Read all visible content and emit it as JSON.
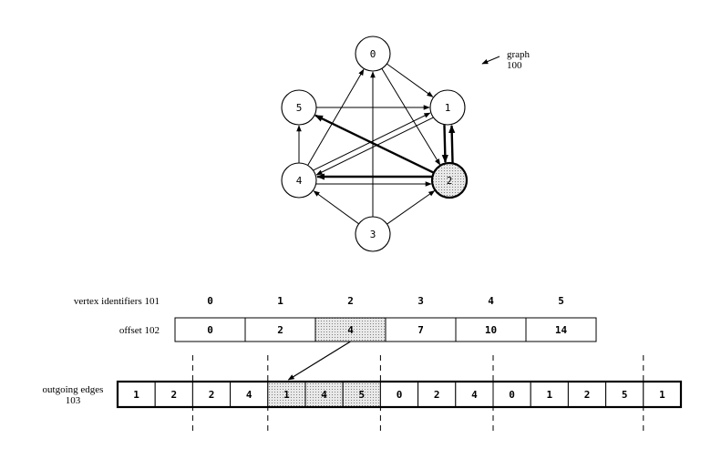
{
  "graph": {
    "label": "graph",
    "label_number": "100",
    "highlighted_vertex": "2",
    "vertices": [
      {
        "id": "0"
      },
      {
        "id": "1"
      },
      {
        "id": "2"
      },
      {
        "id": "3"
      },
      {
        "id": "4"
      },
      {
        "id": "5"
      }
    ],
    "edges": [
      {
        "from": "0",
        "to": "1",
        "bold": false
      },
      {
        "from": "0",
        "to": "2",
        "bold": false
      },
      {
        "from": "1",
        "to": "2",
        "bold": true
      },
      {
        "from": "1",
        "to": "4",
        "bold": false
      },
      {
        "from": "2",
        "to": "1",
        "bold": true
      },
      {
        "from": "2",
        "to": "4",
        "bold": true
      },
      {
        "from": "2",
        "to": "5",
        "bold": true
      },
      {
        "from": "3",
        "to": "0",
        "bold": false
      },
      {
        "from": "3",
        "to": "2",
        "bold": false
      },
      {
        "from": "3",
        "to": "4",
        "bold": false
      },
      {
        "from": "4",
        "to": "0",
        "bold": false
      },
      {
        "from": "4",
        "to": "1",
        "bold": false
      },
      {
        "from": "4",
        "to": "2",
        "bold": false
      },
      {
        "from": "4",
        "to": "5",
        "bold": false
      },
      {
        "from": "5",
        "to": "1",
        "bold": false
      }
    ]
  },
  "labels": {
    "vertex_identifiers": "vertex identifiers 101",
    "offset": "offset 102",
    "outgoing_edges_line1": "outgoing edges",
    "outgoing_edges_line2": "103"
  },
  "vertex_identifiers": [
    "0",
    "1",
    "2",
    "3",
    "4",
    "5"
  ],
  "offsets": [
    "0",
    "2",
    "4",
    "7",
    "10",
    "14"
  ],
  "highlighted_offset_index": 2,
  "outgoing_edges": [
    "1",
    "2",
    "2",
    "4",
    "1",
    "4",
    "5",
    "0",
    "2",
    "4",
    "0",
    "1",
    "2",
    "5",
    "1"
  ],
  "highlighted_edge_range": [
    4,
    6
  ],
  "dividers_after_index": [
    1,
    3,
    6,
    9,
    13
  ]
}
